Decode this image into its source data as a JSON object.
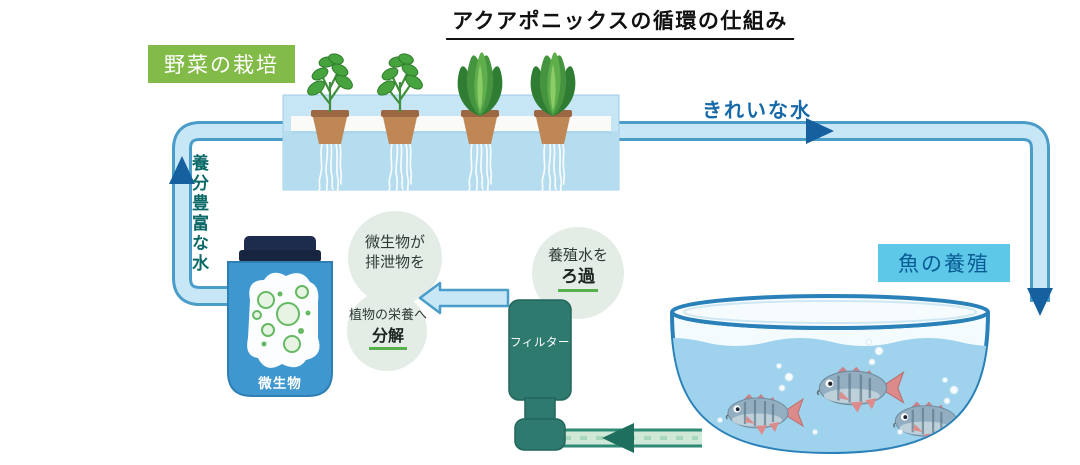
{
  "title": "アクアポニックスの循環の仕組み",
  "badges": {
    "vegetables": "野菜の栽培",
    "fish": "魚の養殖"
  },
  "flow_labels": {
    "clean_water": "きれいな水",
    "nutrient_rich_water": "養分豊富な水"
  },
  "annotations": {
    "filtration": {
      "line1": "養殖水を",
      "line2": "ろ過"
    },
    "microbes_action": {
      "line1": "微生物が",
      "line2": "排泄物を"
    },
    "decomposition": {
      "line1": "植物の栄養へ",
      "line2": "分解"
    }
  },
  "components": {
    "filter": "フィルター",
    "microbes": "微生物"
  },
  "colors": {
    "badge_green": "#82bb47",
    "badge_cyan": "#5ec8e8",
    "pipe_fill": "#c7e6f6",
    "pipe_border": "#4a9cc9",
    "arrow_dark_blue": "#16609f",
    "waste_pipe_fill": "#cfe8d8",
    "waste_pipe_border": "#2f8a76",
    "filter_teal": "#2e7a6e",
    "jar_blue": "#3f97cf",
    "jar_lid_navy": "#1d2b4d",
    "tank_outline_blue": "#2a80b8",
    "tank_water": "#9fd2ec",
    "microbe_green": "#66b963",
    "underline_green": "#56b04c",
    "text_dark_blue": "#1669a9",
    "text_teal": "#0b6a68",
    "annotation_circle": "#e4ece6"
  }
}
